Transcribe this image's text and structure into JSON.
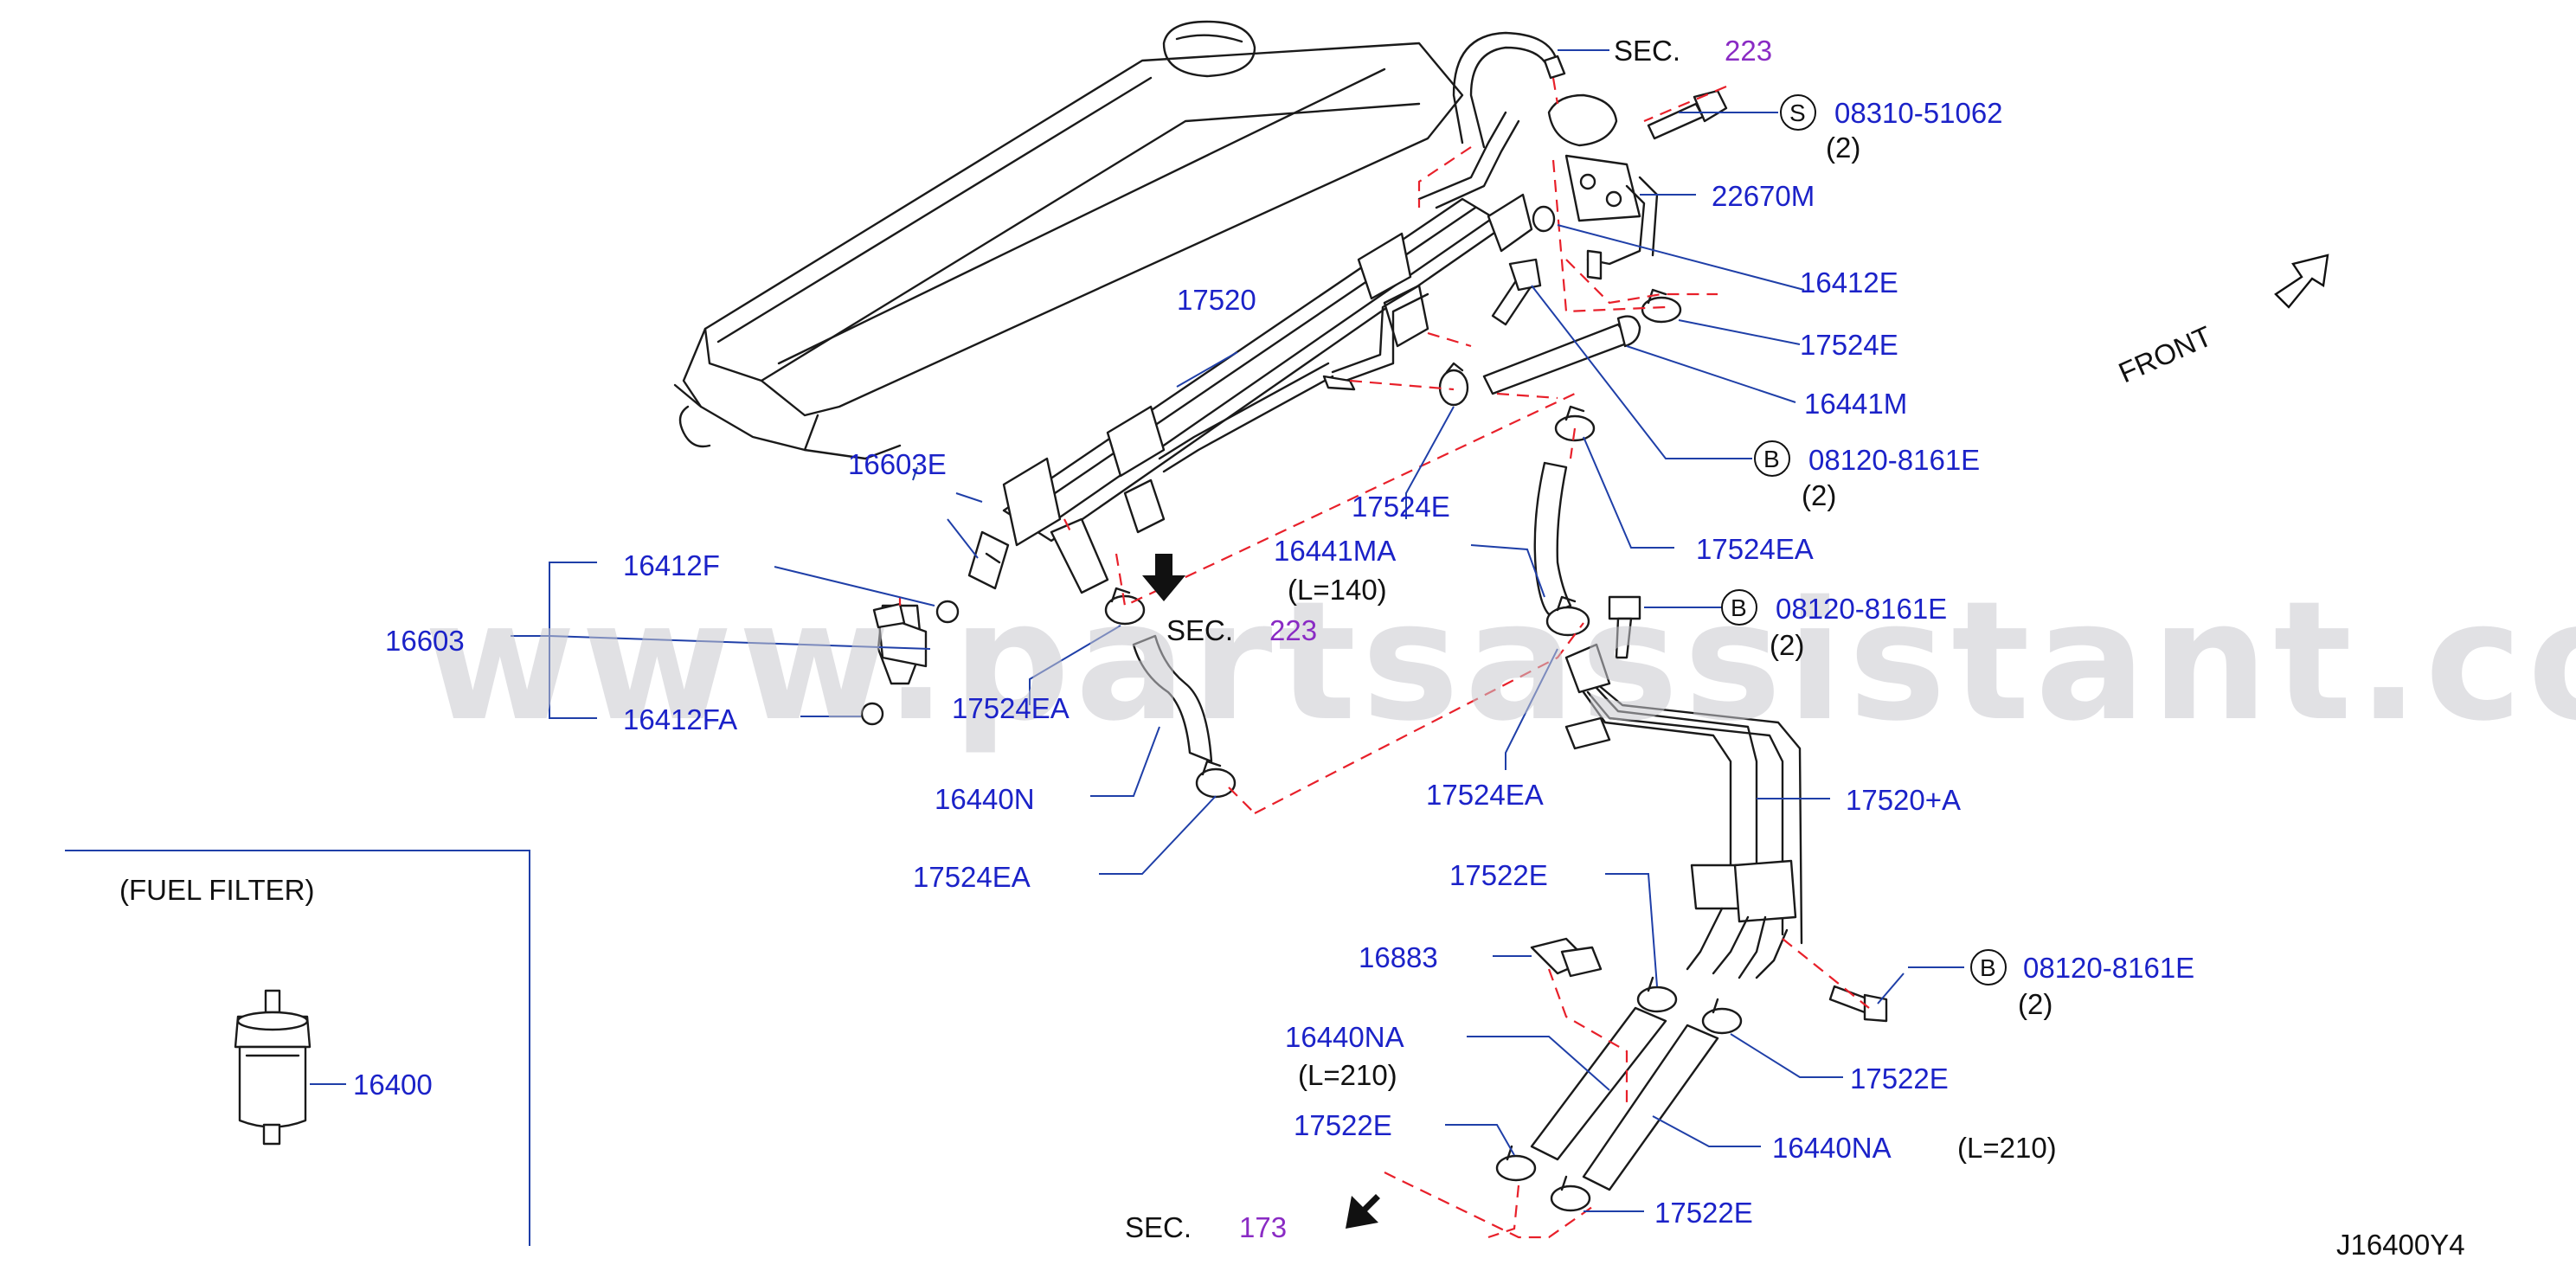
{
  "watermark": "www.partsassistant.com",
  "diagram_code": "J16400Y4",
  "front_label": "FRONT",
  "fuel_filter_title": "(FUEL   FILTER)",
  "sections": [
    {
      "prefix": "SEC.",
      "number": "223"
    },
    {
      "prefix": "SEC.",
      "number": "223"
    },
    {
      "prefix": "SEC.",
      "number": "173"
    }
  ],
  "labels": {
    "p16603": "16603",
    "p16603E": "16603E",
    "p16412F": "16412F",
    "p16412FA": "16412FA",
    "p17520": "17520",
    "p17524EA_a": "17524EA",
    "p16440N": "16440N",
    "p17524EA_b": "17524EA",
    "p17524E_mid": "17524E",
    "p16441MA": "16441MA",
    "p16441MA_len": "(L=140)",
    "p17524EA_c": "17524EA",
    "p17524EA_d": "17524EA",
    "p22670M": "22670M",
    "p16412E": "16412E",
    "p17524E_top": "17524E",
    "p16441M": "16441M",
    "p17520A": "17520+A",
    "p17522E_a": "17522E",
    "p16883": "16883",
    "p16440NA_a": "16440NA",
    "p16440NA_a_len": "(L=210)",
    "p17522E_b": "17522E",
    "p17522E_c": "17522E",
    "p16440NA_b": "16440NA",
    "p16440NA_b_len": "(L=210)",
    "p17522E_d": "17522E",
    "p16400": "16400"
  },
  "fasteners": [
    {
      "letter": "S",
      "part": "08310-51062",
      "qty": "(2)"
    },
    {
      "letter": "B",
      "part": "08120-8161E",
      "qty": "(2)"
    },
    {
      "letter": "B",
      "part": "08120-8161E",
      "qty": "(2)"
    },
    {
      "letter": "B",
      "part": "08120-8161E",
      "qty": "(2)"
    }
  ],
  "colors": {
    "label": "#1b22c8",
    "section_number": "#8a2bc4",
    "hidden_line": "#e8202a",
    "watermark": "#c9c9cf"
  }
}
